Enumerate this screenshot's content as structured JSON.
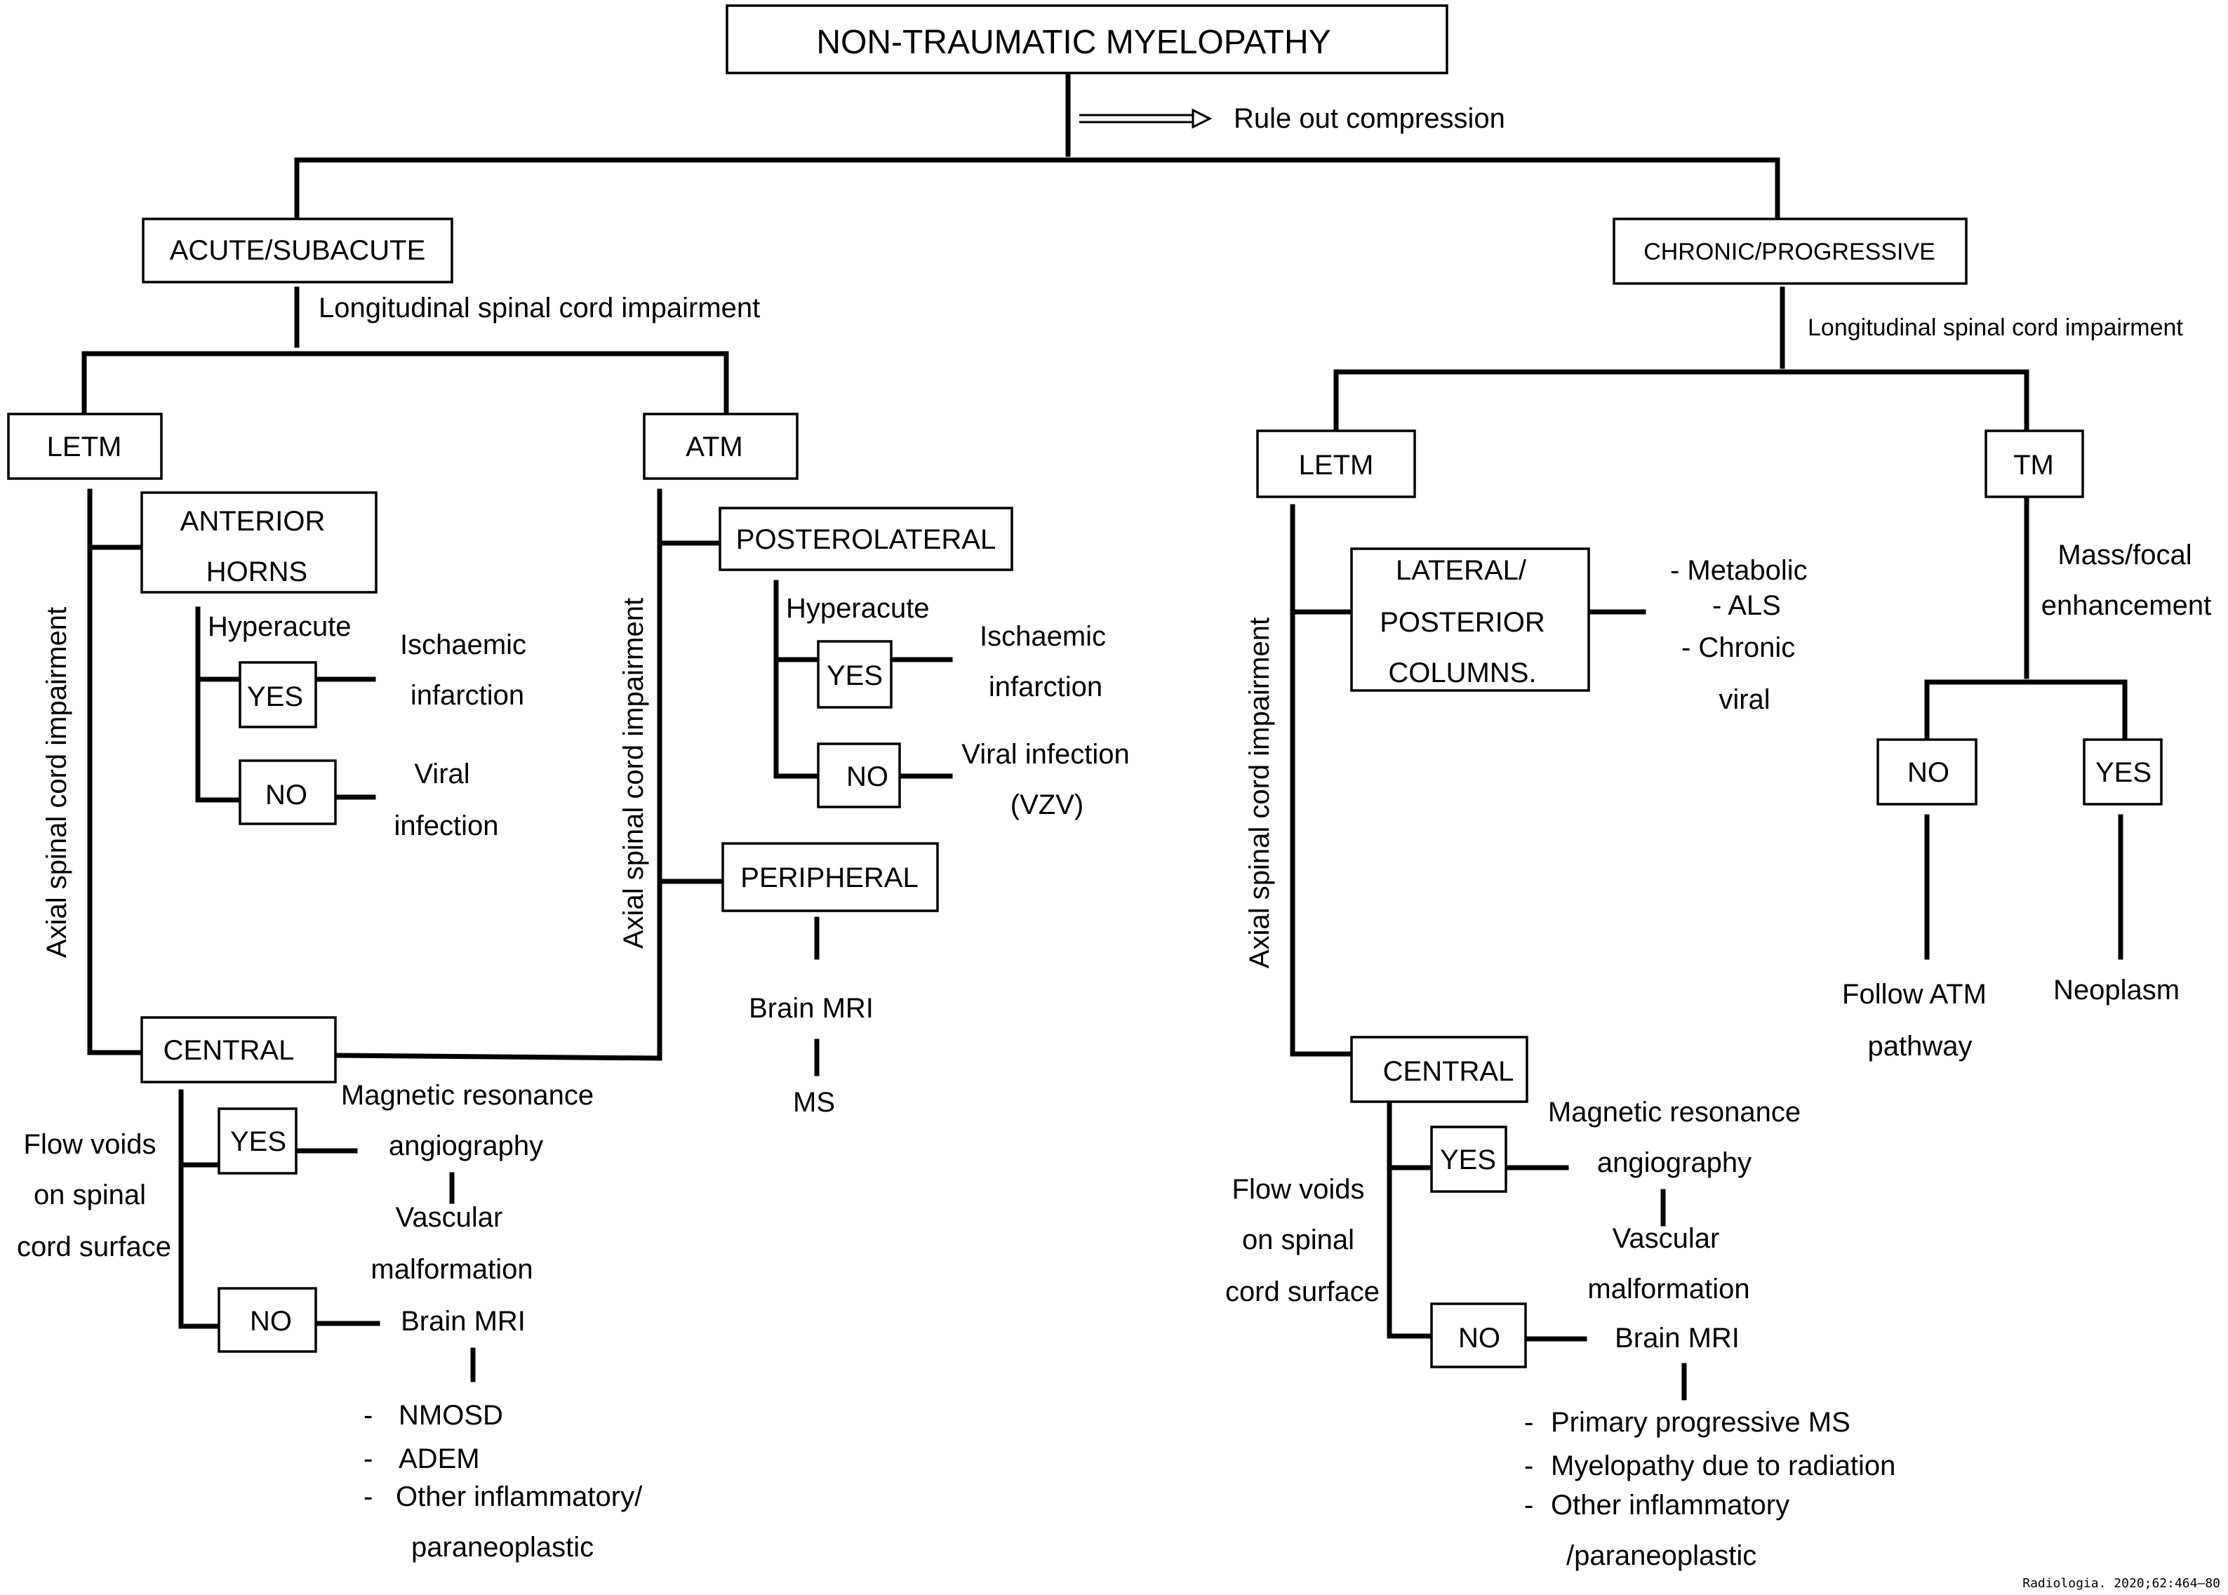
{
  "title": "NON-TRAUMATIC MYELOPATHY",
  "rule_out": "Rule out compression",
  "left": {
    "head": "ACUTE/SUBACUTE",
    "longitudinal": "Longitudinal spinal cord impairment",
    "letm": {
      "label": "LETM",
      "axial": "Axial spinal cord impairment",
      "anterior": [
        "ANTERIOR",
        "HORNS"
      ],
      "hyperacute": "Hyperacute",
      "yes": "YES",
      "no": "NO",
      "yes_out": [
        "Ischaemic",
        "infarction"
      ],
      "no_out": [
        "Viral",
        "infection"
      ]
    },
    "atm": {
      "label": "ATM",
      "axial": "Axial spinal cord impairment",
      "posterolateral": "POSTEROLATERAL",
      "hyperacute": "Hyperacute",
      "yes": "YES",
      "no": "NO",
      "yes_out": [
        "Ischaemic",
        "infarction"
      ],
      "no_out": [
        "Viral infection",
        "(VZV)"
      ],
      "peripheral": "PERIPHERAL",
      "brain_mri": "Brain MRI",
      "ms": "MS"
    },
    "central": {
      "label": "CENTRAL",
      "flow": [
        "Flow voids",
        "on spinal",
        "cord surface"
      ],
      "yes": "YES",
      "no": "NO",
      "mra": [
        "Magnetic resonance",
        "angiography"
      ],
      "vascular": [
        "Vascular",
        "malformation"
      ],
      "brain_mri": "Brain MRI",
      "list": [
        "NMOSD",
        "ADEM",
        "Other inflammatory/"
      ],
      "list_cont": "paraneoplastic"
    }
  },
  "right": {
    "head": "CHRONIC/PROGRESSIVE",
    "longitudinal": "Longitudinal spinal cord impairment",
    "letm": {
      "label": "LETM",
      "axial": "Axial spinal cord impairment",
      "lateral": [
        "LATERAL/",
        "POSTERIOR",
        "COLUMNS."
      ],
      "causes": [
        "- Metabolic",
        "- ALS",
        "- Chronic",
        "viral"
      ]
    },
    "tm": {
      "label": "TM",
      "mass": [
        "Mass/focal",
        "enhancement"
      ],
      "no": "NO",
      "yes": "YES",
      "no_out": [
        "Follow ATM",
        "pathway"
      ],
      "yes_out": "Neoplasm"
    },
    "central": {
      "label": "CENTRAL",
      "flow": [
        "Flow voids",
        "on spinal",
        "cord surface"
      ],
      "yes": "YES",
      "no": "NO",
      "mra": [
        "Magnetic resonance",
        "angiography"
      ],
      "vascular": [
        "Vascular",
        "malformation"
      ],
      "brain_mri": "Brain MRI",
      "list": [
        "Primary progressive MS",
        "Myelopathy due to radiation",
        "Other inflammatory"
      ],
      "list_cont": "/paraneoplastic"
    }
  },
  "citation": "Radiologia. 2020;62:464–80"
}
